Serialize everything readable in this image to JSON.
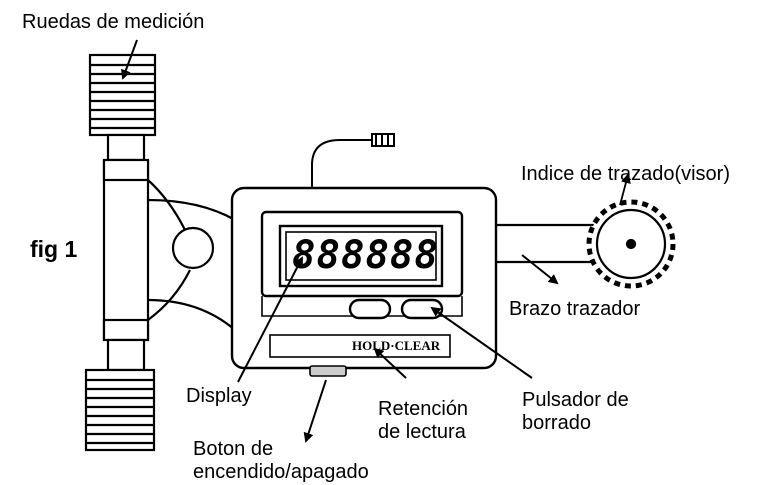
{
  "figure_label": "fig 1",
  "device": {
    "display_digits": "888888",
    "button_panel_text": "HOLD·CLEAR"
  },
  "labels": {
    "measuring_wheels": "Ruedas de medición",
    "tracing_index": "Indice de trazado(visor)",
    "tracer_arm": "Brazo trazador",
    "display": "Display",
    "reading_hold": [
      "Retención",
      "de lectura"
    ],
    "clear_button": [
      "Pulsador de",
      "borrado"
    ],
    "power_button": [
      "Boton de",
      "encendido/apagado"
    ]
  }
}
